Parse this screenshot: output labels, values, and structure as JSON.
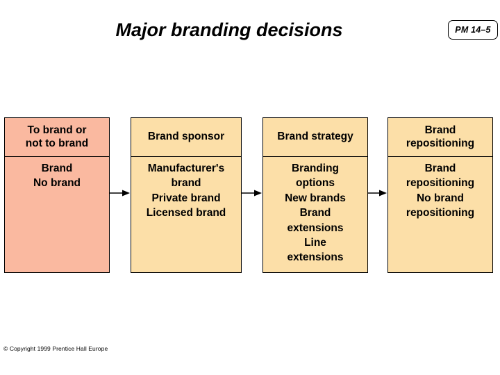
{
  "slide": {
    "title": "Major branding decisions",
    "badge": "PM 14–5",
    "footer": "© Copyright 1999 Prentice Hall Europe",
    "colors": {
      "box_first_fill": "#fab9a0",
      "box_other_fill": "#fcdfa8",
      "border": "#000000",
      "text": "#000000",
      "background": "#ffffff"
    }
  },
  "flow": {
    "boxes": [
      {
        "header": "To brand or\nnot to brand",
        "body": "Brand\nNo brand",
        "fill": "#fab9a0"
      },
      {
        "header": "Brand sponsor",
        "body": "Manufacturer's\nbrand\nPrivate brand\nLicensed brand",
        "fill": "#fcdfa8"
      },
      {
        "header": "Brand strategy",
        "body": "Branding\noptions\nNew brands\nBrand\nextensions\nLine\nextensions",
        "fill": "#fcdfa8"
      },
      {
        "header": "Brand\nrepositioning",
        "body": "Brand\nrepositioning\nNo brand\nrepositioning",
        "fill": "#fcdfa8"
      }
    ],
    "connectors": [
      {
        "icon": "arrow-right-icon",
        "from": "To brand or not to brand",
        "to": "Brand sponsor"
      },
      {
        "icon": "arrow-right-icon",
        "from": "Brand sponsor",
        "to": "Brand strategy"
      },
      {
        "icon": "arrow-right-icon",
        "from": "Brand strategy",
        "to": "Brand repositioning"
      }
    ]
  }
}
